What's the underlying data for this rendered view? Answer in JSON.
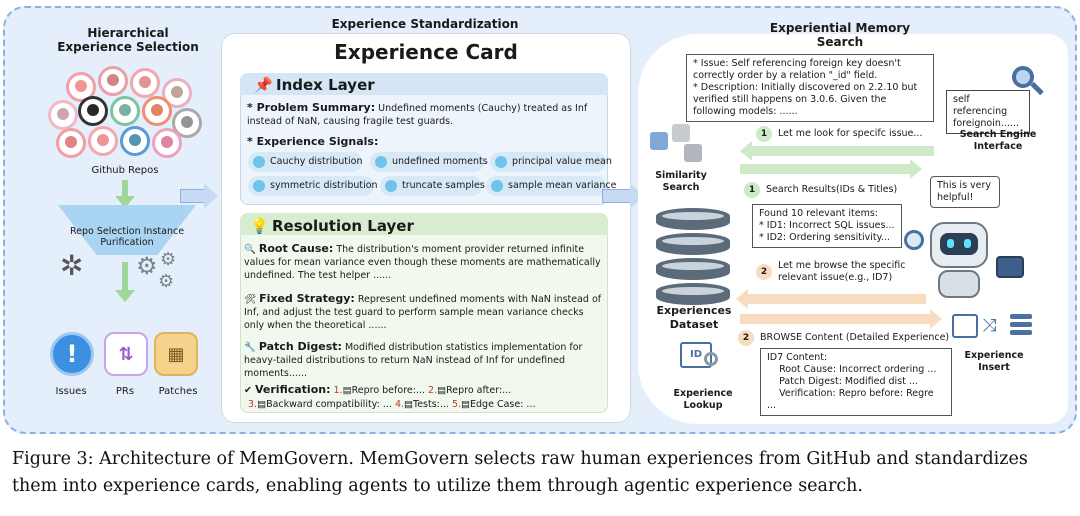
{
  "titles": {
    "selection": "Hierarchical Experience Selection",
    "standardization": "Experience Standardization",
    "search": "Experiential Memory Search"
  },
  "left": {
    "github_repos": "Github Repos",
    "funnel": "Repo Selection Instance Purification",
    "outputs": [
      "Issues",
      "PRs",
      "Patches"
    ]
  },
  "card": {
    "title": "Experience Card",
    "index_layer": {
      "heading": "Index Layer",
      "problem_label": "* Problem Summary:",
      "problem_text": "Undefined moments (Cauchy) treated as Inf instead of NaN, causing fragile test guards.",
      "signals_label": "* Experience Signals:",
      "signals": [
        "Cauchy distribution",
        "undefined moments",
        "principal value mean",
        "symmetric distribution",
        "truncate samples",
        "sample mean variance"
      ]
    },
    "resolution_layer": {
      "heading": "Resolution Layer",
      "root_label": "Root Cause:",
      "root_text": "The distribution's moment provider returned infinite values for mean variance even though these moments are mathematically undefined. The test helper ......",
      "fixed_label": "Fixed Strategy:",
      "fixed_text": "Represent undefined moments with NaN instead of Inf, and adjust the test guard to perform sample mean variance checks only when the theoretical ......",
      "patch_label": "Patch Digest:",
      "patch_text": "Modified distribution statistics implementation for heavy-tailed distributions to return NaN instead of Inf for undefined moments......",
      "verification_label": "Verification:",
      "verification_items": [
        "1.",
        "Repro before:...",
        "2.",
        "Repro after:...",
        "3.",
        "Backward compatibility: ...",
        "4.",
        "Tests:...",
        "5.",
        "Edge Case: ..."
      ]
    }
  },
  "right": {
    "issue_note": "* Issue: Self referencing foreign key doesn't correctly order by a relation \"_id\" field.\n* Description: Initially discovered on 2.2.10 but verified still happens on 3.0.6. Given the following models: ......",
    "search_query": "self referencing foreignoin......",
    "search_engine": "Search Engine Interface",
    "step1a": "Let me look for specifc issue...",
    "step1b": "Search Results(IDs & Titles)",
    "step_num1": "1",
    "step_num2": "2",
    "similarity": "Similarity Search",
    "results_note": "Found 10 relevant items:\n* ID1: Incorrect SQL issues...\n* ID2: Ordering sensitivity...",
    "robot_bubble": "This is very helpful!",
    "step2a": "Let me browse the specific relevant issue(e.g., ID7)",
    "step2b": "BROWSE Content (Detailed Experience)",
    "dataset": "Experiences Dataset",
    "lookup": "Experience Lookup",
    "lookup_badge": "ID",
    "insert": "Experience Insert",
    "id7_note": "ID7 Content:\n    Root Cause: Incorrect ordering ...\n    Patch Digest: Modified dist ...\n    Verification: Repro before: Regre ..."
  },
  "caption": "Figure 3: Architecture of MemGovern. MemGovern selects raw human experiences from GitHub and standardizes them into experience cards, enabling agents to utilize them through agentic experience search."
}
